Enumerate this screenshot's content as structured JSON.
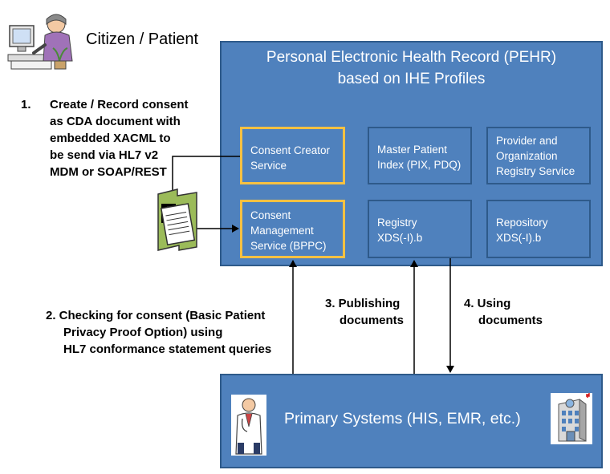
{
  "actor": {
    "label": "Citizen / Patient"
  },
  "pehr": {
    "title_line1": "Personal Electronic Health Record (PEHR)",
    "title_line2": "based on IHE Profiles",
    "services": [
      {
        "line1": "Consent Creator",
        "line2": "Service",
        "line3": ""
      },
      {
        "line1": "Master Patient",
        "line2": "Index (PIX, PDQ)",
        "line3": ""
      },
      {
        "line1": "Provider and",
        "line2": "Organization",
        "line3": "Registry Service"
      },
      {
        "line1": "Consent",
        "line2": "Management",
        "line3": "Service (BPPC)"
      },
      {
        "line1": "Registry",
        "line2": "XDS(-I).b",
        "line3": ""
      },
      {
        "line1": "Repository",
        "line2": "XDS(-I).b",
        "line3": ""
      }
    ]
  },
  "steps": {
    "step1": {
      "number": "1.",
      "lines": [
        "Create / Record consent",
        "as CDA document with",
        "embedded XACML to",
        "be send via HL7 v2",
        "MDM or SOAP/REST"
      ]
    },
    "step2": {
      "lines": [
        "2. Checking for consent (Basic Patient",
        "Privacy Proof Option) using",
        "HL7 conformance statement queries"
      ]
    },
    "step3": {
      "lines": [
        "3. Publishing",
        "documents"
      ]
    },
    "step4": {
      "lines": [
        "4. Using",
        "documents"
      ]
    }
  },
  "primary": {
    "label": "Primary Systems (HIS, EMR, etc.)"
  },
  "colors": {
    "box_fill": "#4f81bd",
    "box_border": "#2e5a8a",
    "highlight": "#f6c142",
    "document_green": "#9bbb59"
  }
}
